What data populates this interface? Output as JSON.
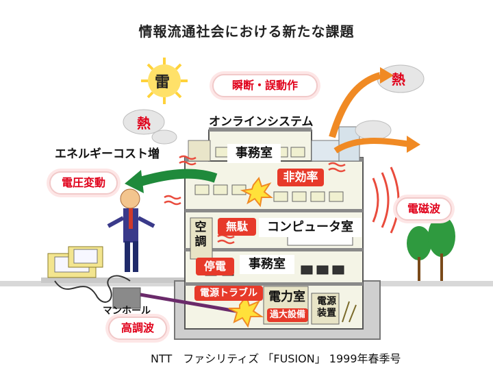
{
  "title": "情報流通社会における新たな課題",
  "labels": {
    "thunder": "雷",
    "instant_outage": "瞬断・誤動作",
    "heat_left": "熱",
    "heat_right": "熱",
    "online_system": "オンラインシステム",
    "energy_cost": "エネルギーコスト増",
    "voltage_change": "電圧変動",
    "inefficiency": "非効率",
    "electromagnetic": "電磁波",
    "office_top": "事務室",
    "waste": "無駄",
    "computer_room": "コンピュータ室",
    "aircon": "空調",
    "outage": "停電",
    "office_mid": "事務室",
    "power_trouble": "電源トラブル",
    "power_room": "電力室",
    "over_equipment": "過大設備",
    "power_device": "電源装置",
    "manhole": "マンホール",
    "harmonics": "高調波"
  },
  "footer": "NTT　ファシリティズ 「FUSION」 1999年春季号"
}
